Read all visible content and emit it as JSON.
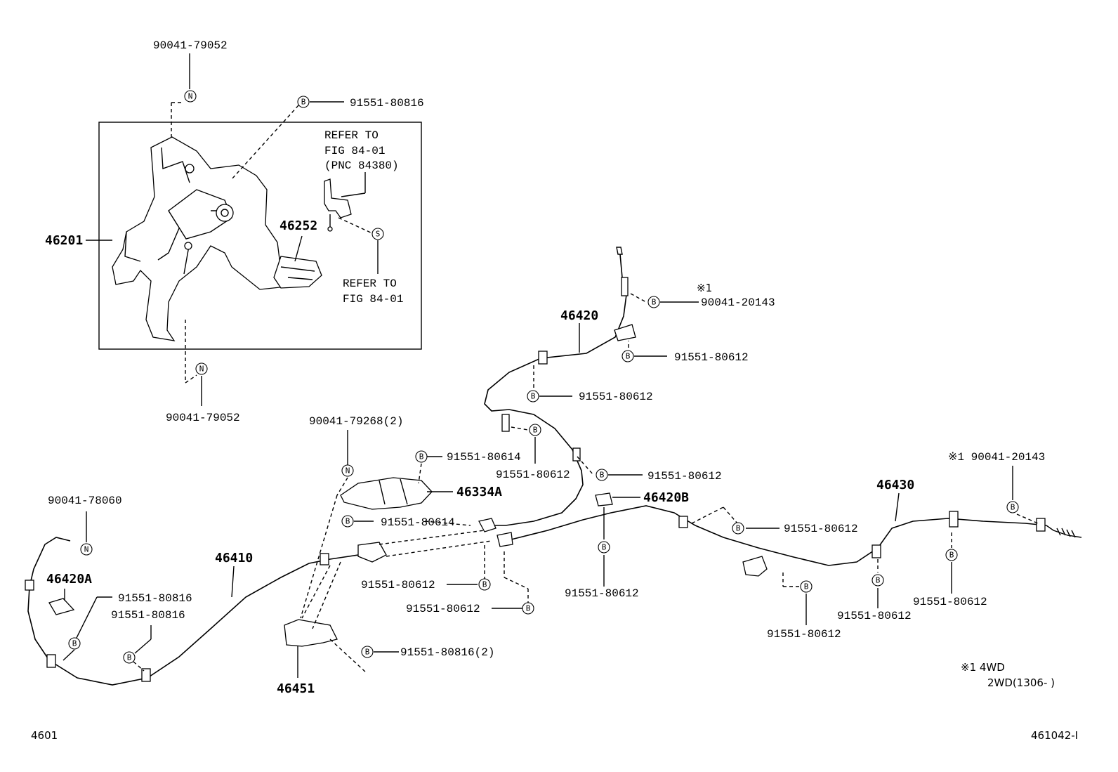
{
  "labels": {
    "p90041_79052_top": "90041-79052",
    "p91551_80816_top": "91551-80816",
    "refer_to_1": "REFER TO",
    "fig_84_01_1": "FIG 84-01",
    "pnc_84380": "(PNC 84380)",
    "p46252": "46252",
    "p46201": "46201",
    "refer_to_2": "REFER TO",
    "fig_84_01_2": "FIG 84-01",
    "p90041_79052_bottom": "90041-79052",
    "note1_top": "※1",
    "p90041_20143_a": "90041-20143",
    "p46420": "46420",
    "p91551_80612_a": "91551-80612",
    "p91551_80612_b": "91551-80612",
    "p90041_79268": "90041-79268(2)",
    "p91551_80614_a": "91551-80614",
    "p91551_80612_c": "91551-80612",
    "p91551_80612_d": "91551-80612",
    "p46334a": "46334A",
    "p46420b": "46420B",
    "p91551_80614_b": "91551-80614",
    "p90041_20143_b": "※1 90041-20143",
    "p46430": "46430",
    "p91551_80612_e": "91551-80612",
    "p90041_78060": "90041-78060",
    "p46410": "46410",
    "p46420a": "46420A",
    "p91551_80816_a": "91551-80816",
    "p91551_80816_b": "91551-80816",
    "p91551_80612_f": "91551-80612",
    "p91551_80612_g": "91551-80612",
    "p91551_80612_h": "91551-80612",
    "p91551_80612_i": "91551-80612",
    "p91551_80612_j": "91551-80612",
    "p91551_80612_k": "91551-80612",
    "p91551_80816_2": "91551-80816(2)",
    "p46451": "46451",
    "note_4wd_mark": "※1  4WD",
    "note_2wd": "2WD(1306-      )",
    "footer_left": "4601",
    "footer_right": "461042-I"
  },
  "symbols": {
    "bolt": "B",
    "nut": "N",
    "screw": "S"
  }
}
